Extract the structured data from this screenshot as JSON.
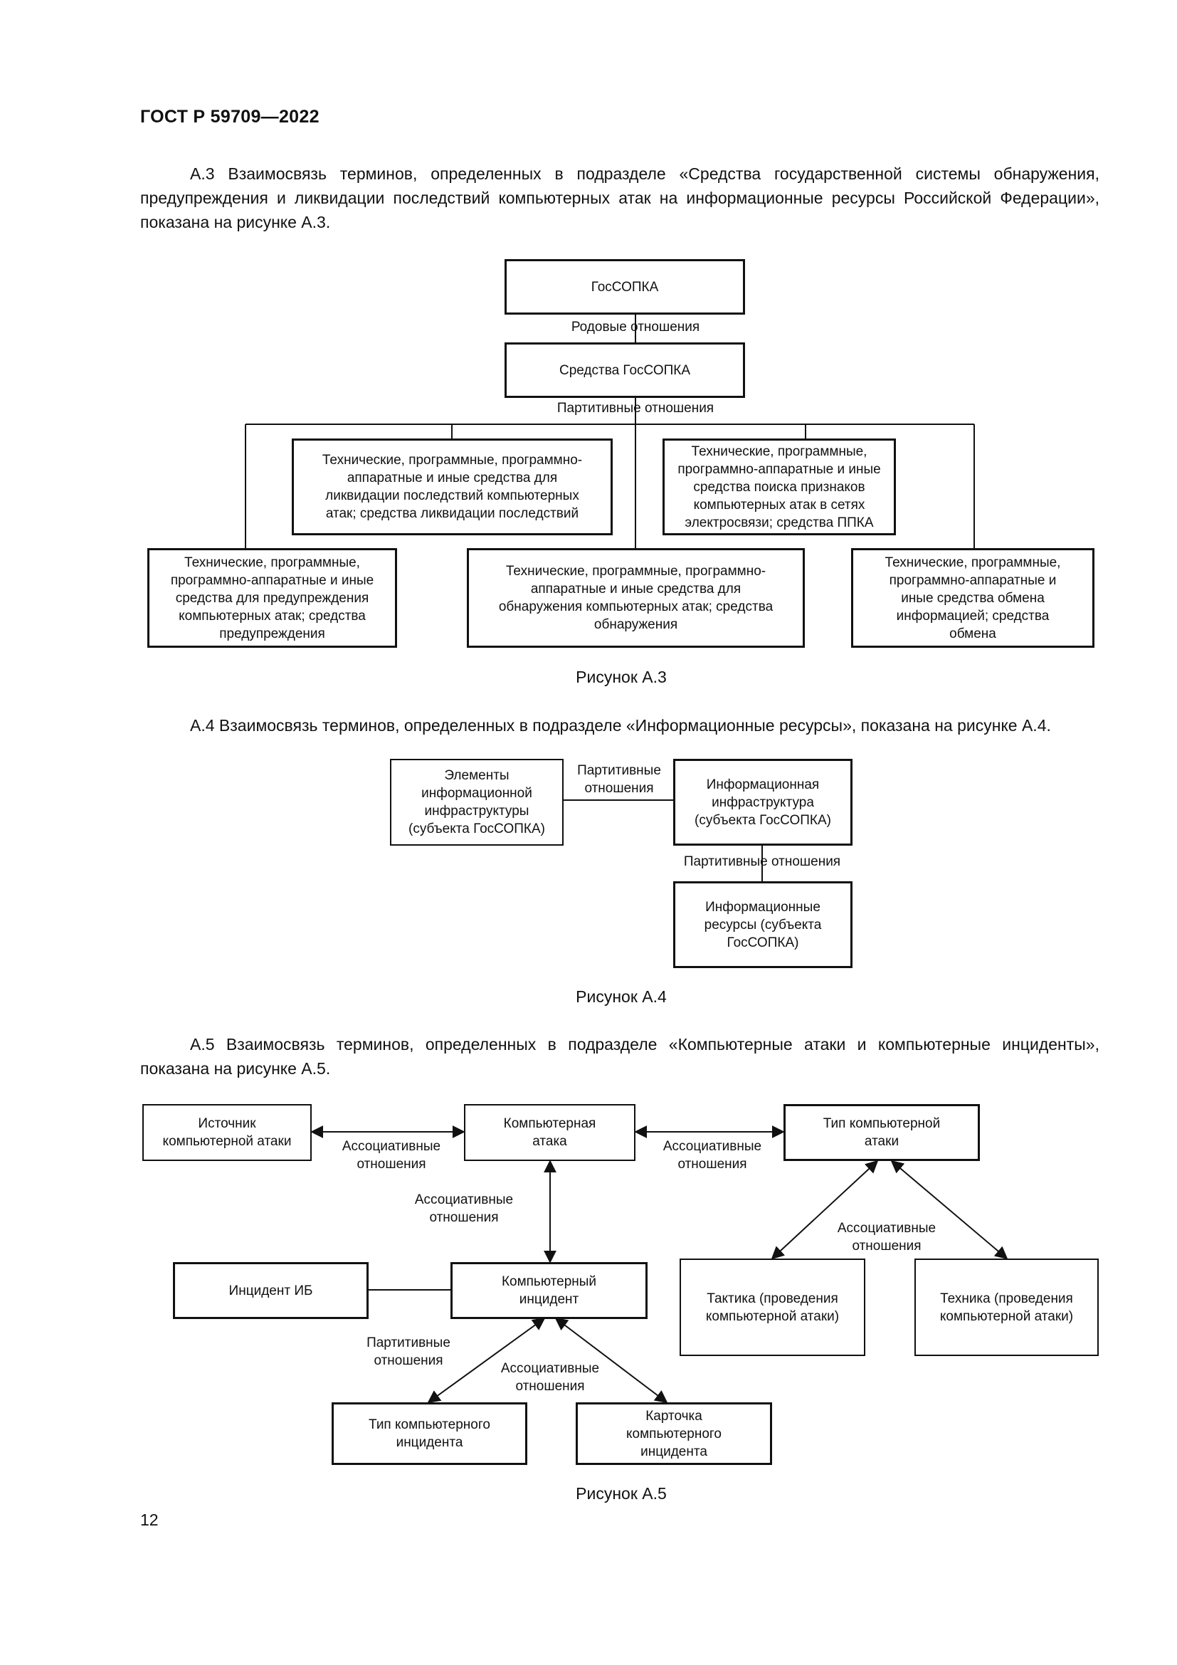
{
  "header": {
    "standard_code": "ГОСТ Р 59709—2022"
  },
  "section_a3": {
    "text": "А.3 Взаимосвязь терминов, определенных в подразделе «Средства государственной системы обнаружения, предупреждения и ликвидации последствий компьютерных атак на информационные ресурсы Российской Федерации», показана на рисунке А.3.",
    "figure": {
      "root": "ГосСОПКА",
      "rel_generic": "Родовые отношения",
      "means": "Средства ГосСОПКА",
      "rel_partitive": "Партитивные отношения",
      "elimination": "Технические, программные, программно-\nаппаратные и иные средства для\nликвидации последствий компьютерных\nатак; средства ликвидации последствий",
      "search": "Технические, программные,\nпрограммно-аппаратные и иные\nсредства поиска признаков\nкомпьютерных атак в сетях\nэлектросвязи; средства ППКА",
      "prevention": "Технические, программные,\nпрограммно-аппаратные и иные\nсредства для предупреждения\nкомпьютерных атак; средства\nпредупреждения",
      "detection": "Технические, программные, программно-\nаппаратные и иные средства для\nобнаружения компьютерных атак; средства\nобнаружения",
      "exchange": "Технические, программные,\nпрограммно-аппаратные и\nиные средства обмена\nинформацией; средства\nобмена"
    },
    "caption": "Рисунок А.3"
  },
  "section_a4": {
    "text": "А.4 Взаимосвязь терминов, определенных в подразделе «Информационные ресурсы», показана на рисунке А.4.",
    "figure": {
      "elements": "Элементы\nинформационной\nинфраструктуры\n(субъекта ГосСОПКА)",
      "rel_partitive_1": "Партитивные\nотношения",
      "infrastructure": "Информационная\nинфраструктура\n(субъекта ГосСОПКА)",
      "rel_partitive_2": "Партитивные отношения",
      "resources": "Информационные\nресурсы (субъекта\nГосСОПКА)"
    },
    "caption": "Рисунок А.4"
  },
  "section_a5": {
    "text": "А.5 Взаимосвязь терминов, определенных в подразделе «Компьютерные атаки и компьютерные инциденты», показана на рисунке А.5.",
    "figure": {
      "source": "Источник\nкомпьютерной атаки",
      "attack": "Компьютерная\nатака",
      "attack_type": "Тип компьютерной\nатаки",
      "assoc_1": "Ассоциативные\nотношения",
      "assoc_2": "Ассоциативные\nотношения",
      "assoc_3": "Ассоциативные\nотношения",
      "assoc_4": "Ассоциативные\nотношения",
      "assoc_5": "Ассоциативные\nотношения",
      "partitive": "Партитивные\nотношения",
      "ib_incident": "Инцидент ИБ",
      "incident": "Компьютерный\nинцидент",
      "tactic": "Тактика (проведения\nкомпьютерной атаки)",
      "technique": "Техника (проведения\nкомпьютерной атаки)",
      "incident_type": "Тип компьютерного\nинцидента",
      "incident_card": "Карточка\nкомпьютерного\nинцидента"
    },
    "caption": "Рисунок А.5"
  },
  "page_number": "12"
}
